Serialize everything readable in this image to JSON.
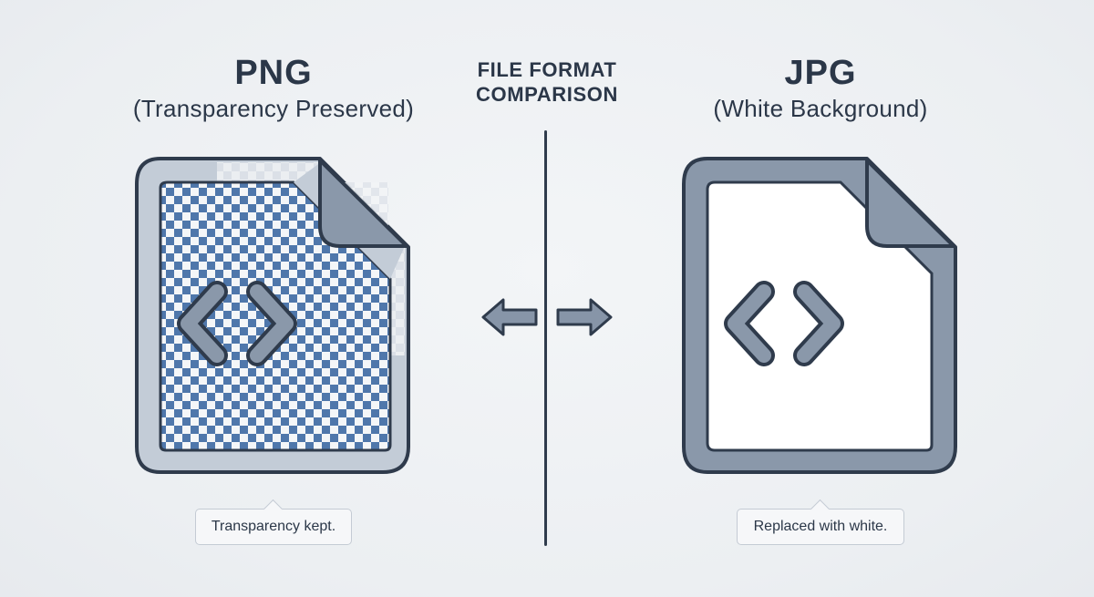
{
  "left": {
    "title": "PNG",
    "subtitle": "(Transparency Preserved)",
    "caption": "Transparency kept."
  },
  "right": {
    "title": "JPG",
    "subtitle": "(White Background)",
    "caption": "Replaced with white."
  },
  "center": {
    "line1": "FILE FORMAT",
    "line2": "COMPARISON"
  },
  "icons": {
    "png": "code-file-icon-transparent",
    "jpg": "code-file-icon-white",
    "left_arrow": "arrow-left-icon",
    "right_arrow": "arrow-right-icon"
  },
  "colors": {
    "background": "#edf0f3",
    "outline": "#2f3b4c",
    "frame_gray": "#8a98aa",
    "checker_blue": "#4f77ab",
    "checker_light": "#f4f6f8",
    "text": "#2b3748"
  }
}
